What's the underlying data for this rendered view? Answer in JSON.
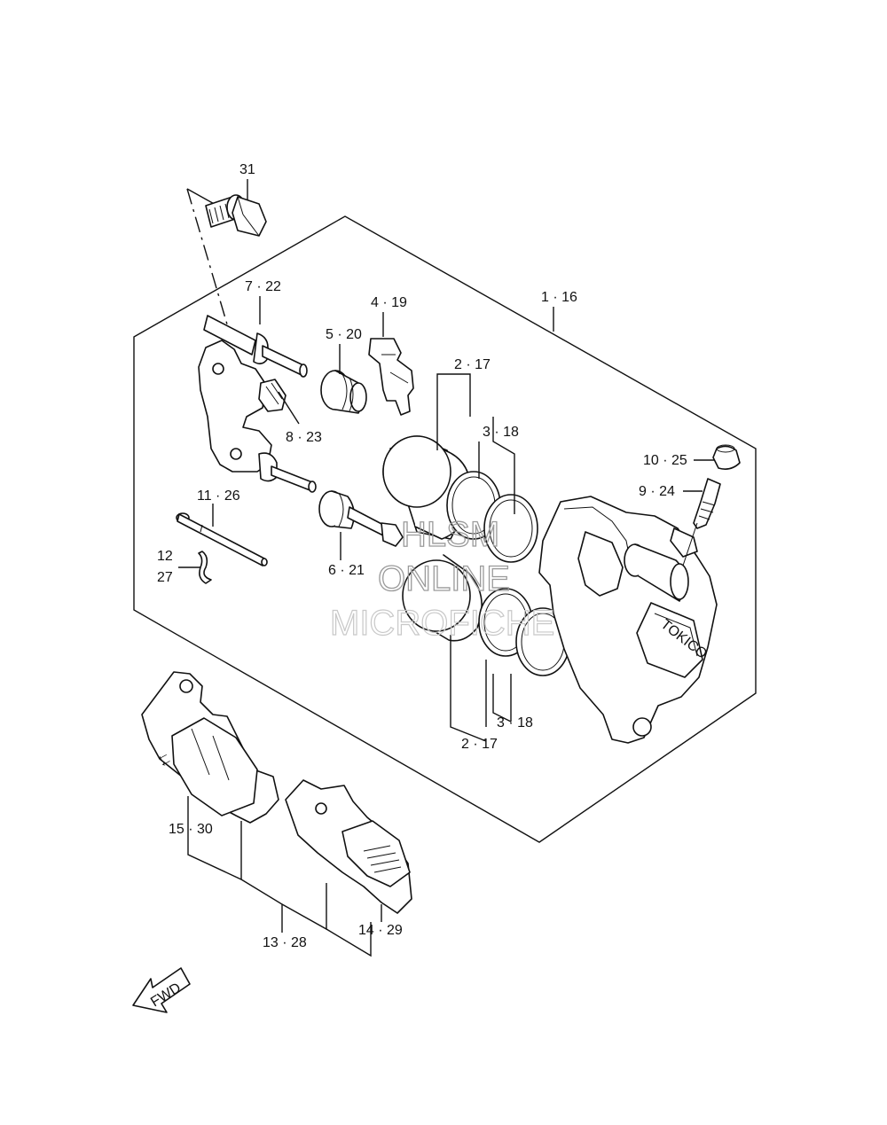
{
  "labels": {
    "l31": "31",
    "l1_16": "1 · 16",
    "l7_22": "7 · 22",
    "l4_19": "4 · 19",
    "l5_20": "5 · 20",
    "l2_17_top": "2 · 17",
    "l3_18_top": "3 · 18",
    "l8_23": "8 · 23",
    "l10_25": "10 · 25",
    "l9_24": "9 · 24",
    "l11_26": "11 · 26",
    "l12": "12",
    "l27": "27",
    "l6_21": "6 · 21",
    "l3_18_bot": "3 · 18",
    "l2_17_bot": "2 · 17",
    "l15_30": "15 · 30",
    "l13_28": "13 · 28",
    "l14_29": "14 · 29"
  },
  "watermark": {
    "line1": "HLSM",
    "line2": "ONLINE",
    "line3": "MICROFICHE"
  },
  "caliper_brand": "TOKICO",
  "fwd_label": "FWD"
}
